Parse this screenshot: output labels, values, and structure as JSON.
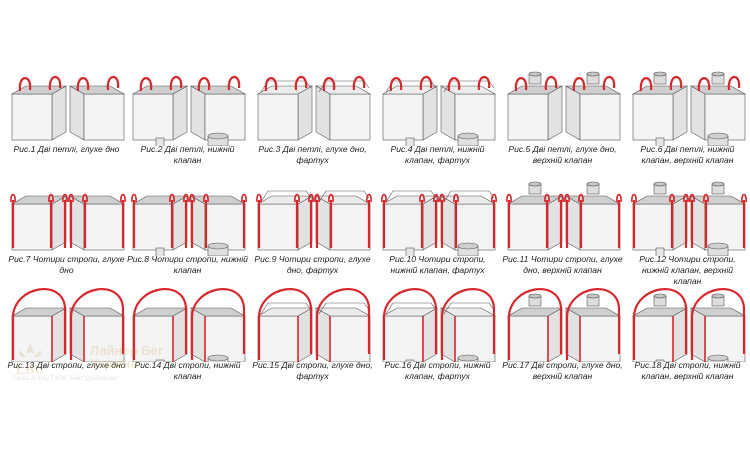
{
  "figures": [
    {
      "caption": "Рис.1 Дві петлі, глухе дно",
      "loops": "two",
      "valve_bottom": false,
      "valve_top": false,
      "apron": false
    },
    {
      "caption": "Рис.2 Дві петлі, нижній клапан",
      "loops": "two",
      "valve_bottom": true,
      "valve_top": false,
      "apron": false
    },
    {
      "caption": "Рис.3 Дві петлі, глухе дно, фартух",
      "loops": "two",
      "valve_bottom": false,
      "valve_top": false,
      "apron": true
    },
    {
      "caption": "Рис.4 Дві петлі, нижній клапан, фартух",
      "loops": "two",
      "valve_bottom": true,
      "valve_top": false,
      "apron": true
    },
    {
      "caption": "Рис.5 Дві петлі, глухе дно, верхній клапан",
      "loops": "two",
      "valve_bottom": false,
      "valve_top": true,
      "apron": false
    },
    {
      "caption": "Рис.6 Дві петлі, нижній клапан, верхній клапан",
      "loops": "two",
      "valve_bottom": true,
      "valve_top": true,
      "apron": false
    },
    {
      "caption": "Рис.7 Чотири стропи, глухе дно",
      "loops": "four",
      "valve_bottom": false,
      "valve_top": false,
      "apron": false
    },
    {
      "caption": "Рис.8 Чотири стропи, нижній клапан",
      "loops": "four",
      "valve_bottom": true,
      "valve_top": false,
      "apron": false
    },
    {
      "caption": "Рис.9 Чотири стропи, глухе дно, фартух",
      "loops": "four",
      "valve_bottom": false,
      "valve_top": false,
      "apron": true
    },
    {
      "caption": "Рис.10 Чотири стропи, нижній клапан, фартух",
      "loops": "four",
      "valve_bottom": true,
      "valve_top": false,
      "apron": true
    },
    {
      "caption": "Рис.11 Чотири стропи, глухе дно, верхній клапан",
      "loops": "four",
      "valve_bottom": false,
      "valve_top": true,
      "apron": false
    },
    {
      "caption": "Рис.12 Чотири стропи, нижній клапан, верхній клапан",
      "loops": "four",
      "valve_bottom": true,
      "valve_top": true,
      "apron": false
    },
    {
      "caption": "Рис.13 Дві стропи, глухе дно",
      "loops": "arch",
      "valve_bottom": false,
      "valve_top": false,
      "apron": false
    },
    {
      "caption": "Рис.14 Дві стропи, нижній клапан",
      "loops": "arch",
      "valve_bottom": true,
      "valve_top": false,
      "apron": false
    },
    {
      "caption": "Рис.15 Дві стропи, глухе дно, фартух",
      "loops": "arch",
      "valve_bottom": false,
      "valve_top": false,
      "apron": true
    },
    {
      "caption": "Рис.16 Дві стропи, нижній клапан, фартух",
      "loops": "arch",
      "valve_bottom": true,
      "valve_top": false,
      "apron": true
    },
    {
      "caption": "Рис.17 Дві стропи, глухе дно, верхній клапан",
      "loops": "arch",
      "valve_bottom": false,
      "valve_top": true,
      "apron": false
    },
    {
      "caption": "Рис.18 Дві стропи, нижній клапан, верхній клапан",
      "loops": "arch",
      "valve_bottom": true,
      "valve_top": true,
      "apron": false
    }
  ],
  "watermark": {
    "brand_line1": "Лайнер Бег",
    "brand_line2": "Україна",
    "subtitle": "Ланка зв'язку ТзОВ \"Бийт\"Дунбоасоні\"",
    "icon": "lbu-logo-icon"
  },
  "colors": {
    "strap": "#d8262b",
    "bag_front": "#f4f4f4",
    "bag_side": "#e2e2e2",
    "bag_inner": "#cfcfcf",
    "outline": "#555555",
    "caption": "#1e1e1e",
    "watermark": "#c9a24a"
  }
}
